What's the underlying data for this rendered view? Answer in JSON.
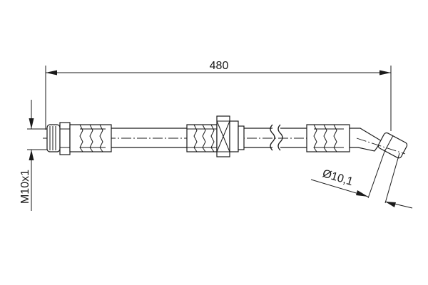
{
  "drawing": {
    "length_label": "480",
    "thread_label": "M10x1",
    "diameter_label": "Ø10,1"
  }
}
